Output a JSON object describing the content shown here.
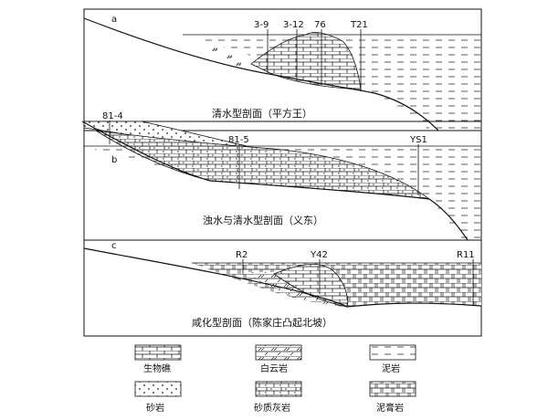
{
  "panels": [
    {
      "letter": "a",
      "caption": "清水型剖面（平方王）",
      "wells": [
        "3-9",
        "3-12",
        "76",
        "T21"
      ]
    },
    {
      "letter": "b",
      "caption": "浊水与清水型剖面（义东）",
      "wells": [
        "81-4",
        "81-5",
        "YS1"
      ]
    },
    {
      "letter": "c",
      "caption": "咸化型剖面（陈家庄凸起北坡）",
      "wells": [
        "R2",
        "Y42",
        "R11"
      ]
    }
  ],
  "legend": [
    {
      "label": "生物礁",
      "pattern": "brick"
    },
    {
      "label": "白云岩",
      "pattern": "dolomite"
    },
    {
      "label": "泥岩",
      "pattern": "mudstone"
    },
    {
      "label": "砂岩",
      "pattern": "sandstone"
    },
    {
      "label": "砂质灰岩",
      "pattern": "sandy-limestone"
    },
    {
      "label": "泥膏岩",
      "pattern": "gypsum-mudstone"
    }
  ]
}
